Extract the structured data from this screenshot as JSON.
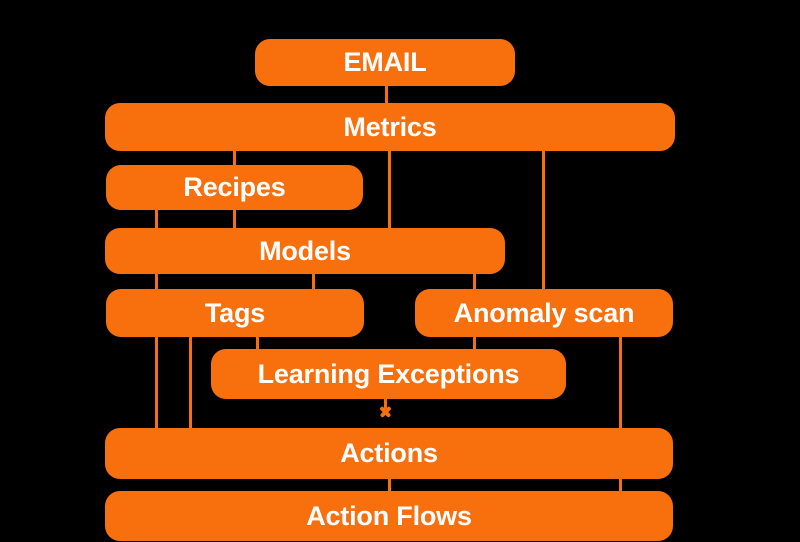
{
  "diagram": {
    "background_color": "#000000",
    "accent_color": "#F8700D",
    "text_color": "#FFFFFF",
    "marker_symbol": "✕",
    "nodes": [
      {
        "id": "email",
        "label": "EMAIL"
      },
      {
        "id": "metrics",
        "label": "Metrics"
      },
      {
        "id": "recipes",
        "label": "Recipes"
      },
      {
        "id": "models",
        "label": "Models"
      },
      {
        "id": "tags",
        "label": "Tags"
      },
      {
        "id": "anomaly-scan",
        "label": "Anomaly scan"
      },
      {
        "id": "learning-exceptions",
        "label": "Learning Exceptions"
      },
      {
        "id": "actions",
        "label": "Actions"
      },
      {
        "id": "action-flows",
        "label": "Action Flows"
      }
    ],
    "edges": [
      {
        "from": "EMAIL",
        "to": "Metrics"
      },
      {
        "from": "Metrics",
        "to": "Recipes"
      },
      {
        "from": "Metrics",
        "to": "Models"
      },
      {
        "from": "Metrics",
        "to": "Anomaly scan"
      },
      {
        "from": "Recipes",
        "to": "Models"
      },
      {
        "from": "Recipes",
        "to": "Actions"
      },
      {
        "from": "Models",
        "to": "Tags"
      },
      {
        "from": "Models",
        "to": "Learning Exceptions"
      },
      {
        "from": "Tags",
        "to": "Actions"
      },
      {
        "from": "Tags",
        "to": "Learning Exceptions"
      },
      {
        "from": "Anomaly scan",
        "to": "Actions"
      },
      {
        "from": "Learning Exceptions",
        "to": "Actions",
        "marker": "✕"
      },
      {
        "from": "Actions",
        "to": "Action Flows"
      },
      {
        "from": "Anomaly scan",
        "to": "Action Flows"
      }
    ]
  }
}
